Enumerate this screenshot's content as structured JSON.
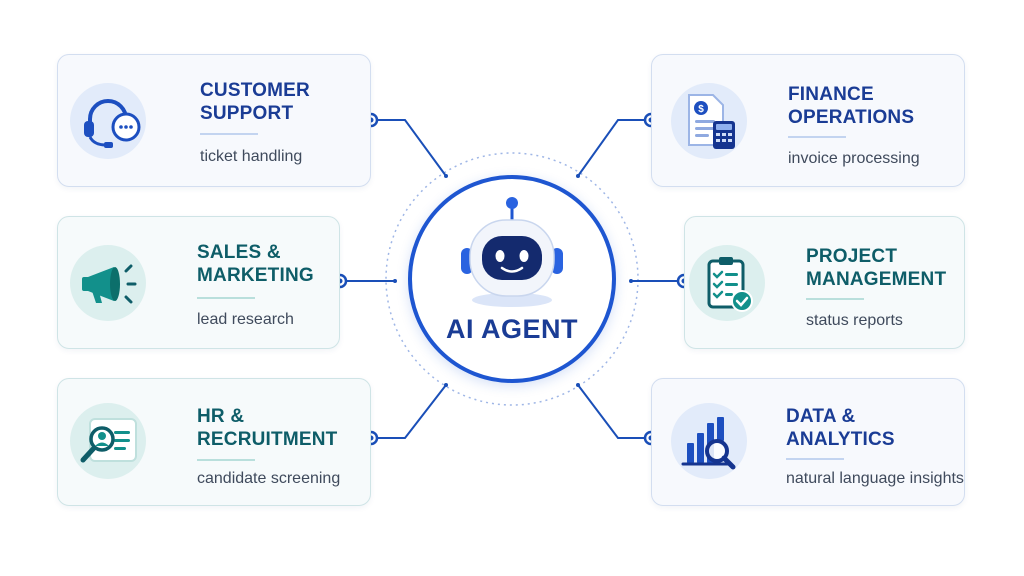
{
  "hub": {
    "title": "AI AGENT",
    "icon": "robot-icon"
  },
  "cards": [
    {
      "id": "customer-support",
      "title": [
        "CUSTOMER",
        "SUPPORT"
      ],
      "subtitle": "ticket handling",
      "icon": "headset-chat-icon"
    },
    {
      "id": "sales-marketing",
      "title": [
        "SALES &",
        "MARKETING"
      ],
      "subtitle": "lead research",
      "icon": "megaphone-icon"
    },
    {
      "id": "hr-recruitment",
      "title": [
        "HR &",
        "RECRUITMENT"
      ],
      "subtitle": "candidate screening",
      "icon": "candidate-search-icon"
    },
    {
      "id": "finance-operations",
      "title": [
        "FINANCE",
        "OPERATIONS"
      ],
      "subtitle": "invoice processing",
      "icon": "invoice-calculator-icon"
    },
    {
      "id": "project-management",
      "title": [
        "PROJECT",
        "MANAGEMENT"
      ],
      "subtitle": "status reports",
      "icon": "checklist-clipboard-icon"
    },
    {
      "id": "data-analytics",
      "title": [
        "DATA &",
        "ANALYTICS"
      ],
      "subtitle": "natural language insights",
      "icon": "chart-magnifier-icon"
    }
  ],
  "colors": {
    "primary_blue": "#1e56d1",
    "navy": "#1a3c95",
    "teal": "#0e8a87",
    "dark_teal": "#0e5d68",
    "card_border": "#d3def0",
    "connector": "#1a4fb8"
  }
}
